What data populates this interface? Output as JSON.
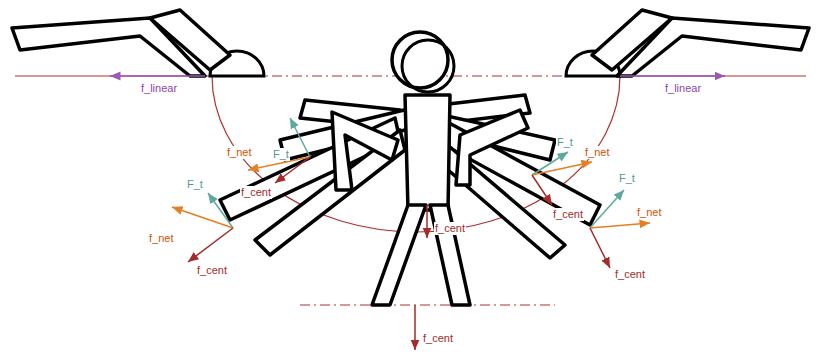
{
  "diagram": {
    "labels": [
      "f_linear",
      "f_linear",
      "F_t",
      "f_net",
      "f_cent",
      "F_t",
      "f_net",
      "f_cent",
      "f_cent",
      "F_t",
      "f_net",
      "f_cent",
      "F_t",
      "f_net",
      "f_cent",
      "f_cent"
    ]
  }
}
